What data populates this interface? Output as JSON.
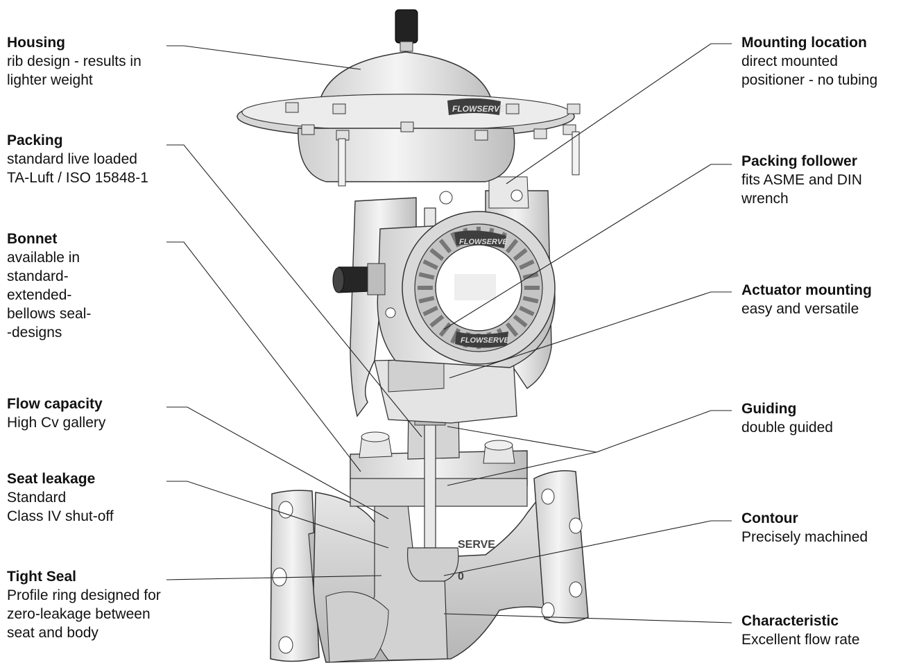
{
  "callouts": {
    "housing": {
      "title": "Housing",
      "desc": "rib design - results in\nlighter weight"
    },
    "packing": {
      "title": "Packing",
      "desc": "standard live loaded\nTA-Luft / ISO 15848-1"
    },
    "bonnet": {
      "title": "Bonnet",
      "desc": "available in\nstandard-\nextended-\nbellows seal-\n-designs"
    },
    "flow_capacity": {
      "title": "Flow capacity",
      "desc": "High Cv gallery"
    },
    "seat_leakage": {
      "title": "Seat leakage",
      "desc": "Standard\nClass IV shut-off"
    },
    "tight_seal": {
      "title": "Tight Seal",
      "desc": "Profile ring designed for\nzero-leakage between\nseat and body"
    },
    "mounting_location": {
      "title": "Mounting location",
      "desc": "direct mounted\npositioner - no tubing"
    },
    "packing_follower": {
      "title": "Packing follower",
      "desc": "fits ASME and DIN\nwrench"
    },
    "actuator_mounting": {
      "title": "Actuator mounting",
      "desc": "easy and versatile"
    },
    "guiding": {
      "title": "Guiding",
      "desc": "double guided"
    },
    "contour": {
      "title": "Contour",
      "desc": "Precisely machined"
    },
    "characteristic": {
      "title": "Characteristic",
      "desc": "Excellent flow rate"
    }
  },
  "branding": {
    "actuator_logo": "FLOWSERVE",
    "positioner_logo_top": "FLOWSERVE",
    "positioner_logo_bottom": "FLOWSERVE",
    "body_logo": "SERVE",
    "body_mark": "0"
  },
  "colors": {
    "metal": "#e6e6e6",
    "metal_dark": "#b8b8b8",
    "cut_section": "#d2d2d2",
    "outline": "#333333",
    "knob": "#222222"
  }
}
